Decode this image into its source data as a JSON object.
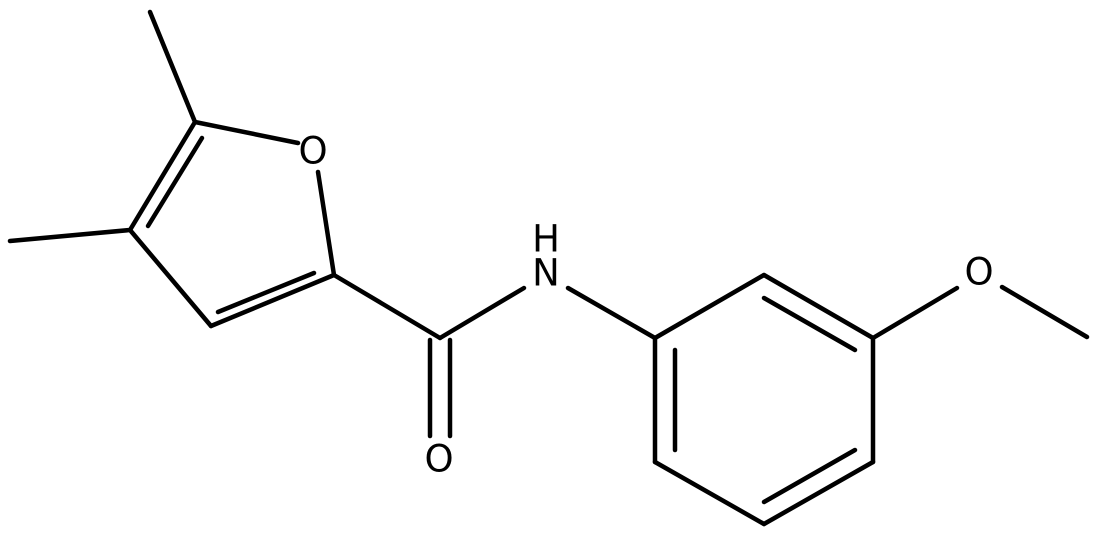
{
  "atoms": {
    "ring_oxygen": "O",
    "amide_nitrogen": "N",
    "amide_hydrogen": "H",
    "carbonyl_oxygen": "O",
    "methoxy_oxygen": "O"
  },
  "colors": {
    "bond": "#000000",
    "label": "#000000",
    "background": "#ffffff"
  }
}
